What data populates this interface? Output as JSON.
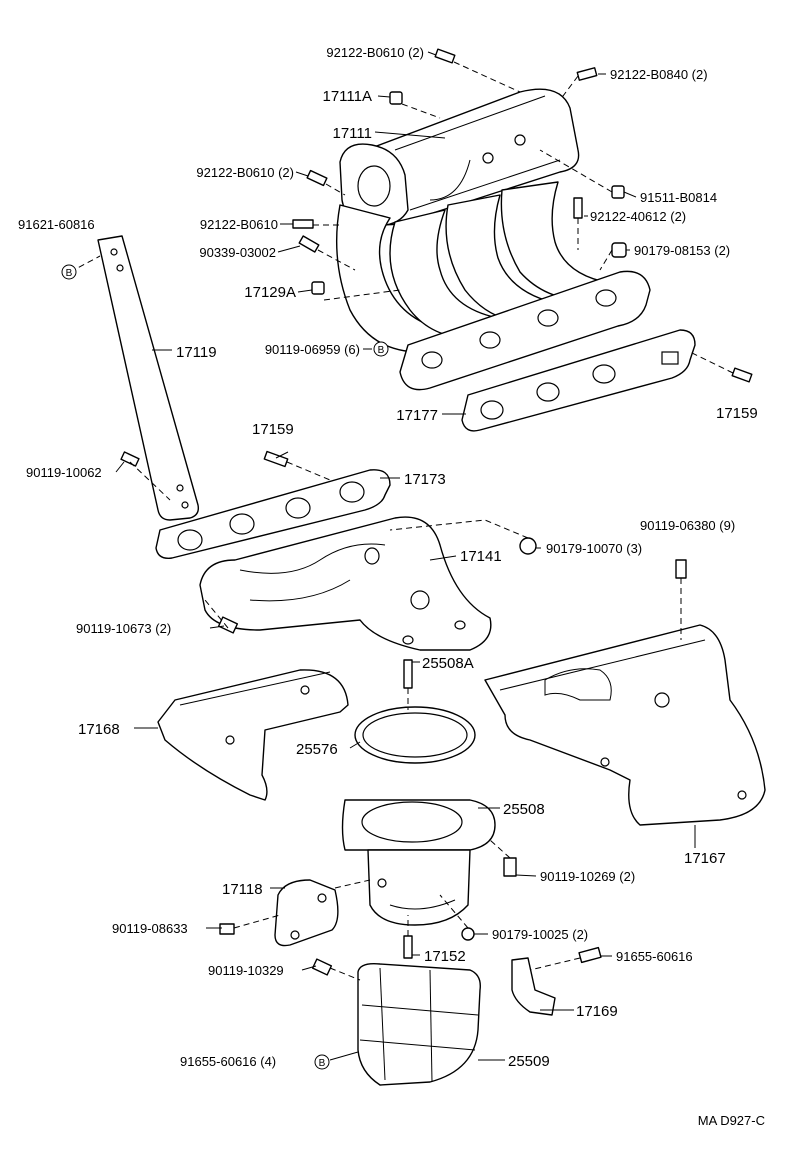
{
  "diagram_code": "MA D927-C",
  "ref_symbol": "B",
  "labels": {
    "l01": "92122-B0610 (2)",
    "l02": "92122-B0840 (2)",
    "l03": "17111A",
    "l04": "17111",
    "l05": "92122-B0610 (2)",
    "l06": "91511-B0814",
    "l07": "91621-60816",
    "l08": "92122-B0610",
    "l09": "92122-40612 (2)",
    "l10": "90339-03002",
    "l11": "90179-08153 (2)",
    "l12": "17129A",
    "l13": "17119",
    "l14": "90119-06959 (6)",
    "l15": "17177",
    "l16": "17159",
    "l17": "17159",
    "l18": "17173",
    "l19": "90119-10062",
    "l20": "90119-06380 (9)",
    "l21": "17141",
    "l22": "90179-10070 (3)",
    "l23": "90119-10673 (2)",
    "l24": "25508A",
    "l25": "17168",
    "l26": "25576",
    "l27": "25508",
    "l28": "17167",
    "l29": "90119-10269 (2)",
    "l30": "17118",
    "l31": "90119-08633",
    "l32": "90179-10025 (2)",
    "l33": "17152",
    "l34": "91655-60616",
    "l35": "90119-10329",
    "l36": "17169",
    "l37": "91655-60616 (4)",
    "l38": "25509"
  }
}
